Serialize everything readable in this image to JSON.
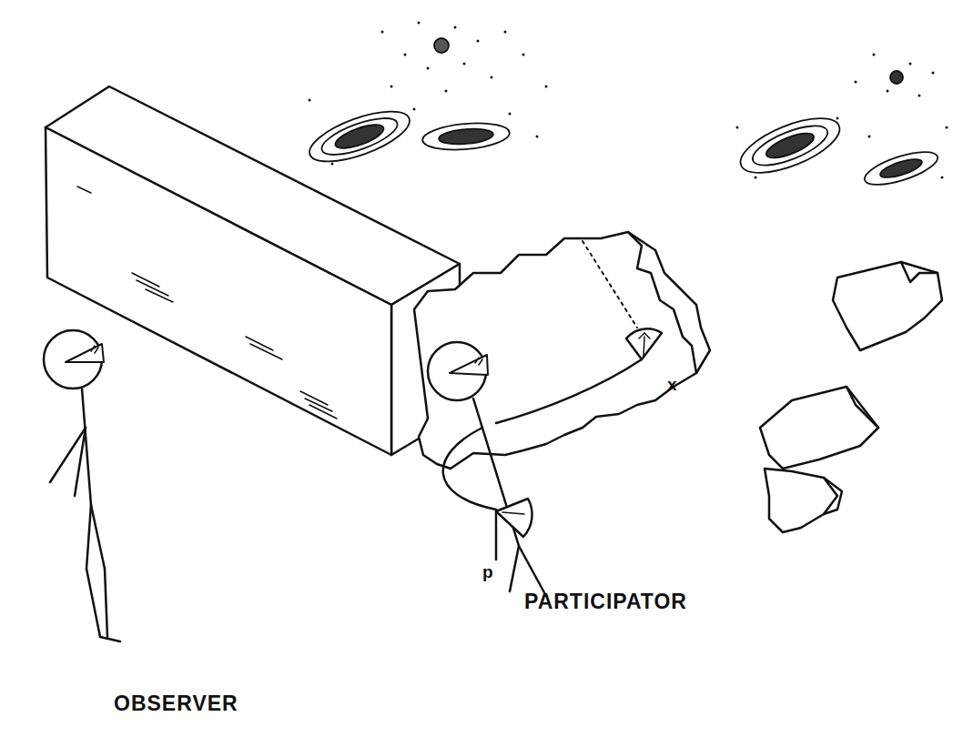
{
  "diagram": {
    "labels": [
      "OBSERVER",
      "PARTICIPATOR",
      "x",
      "p"
    ]
  }
}
